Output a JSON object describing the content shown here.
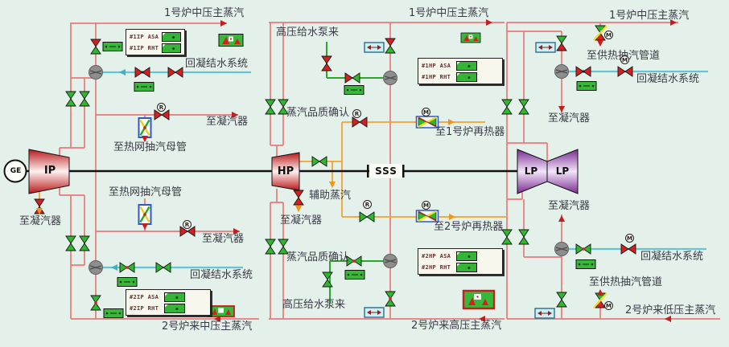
{
  "colors": {
    "background": "#e4f0ea",
    "steam_pipe": "#e87a7a",
    "reheat_pipe": "#f2a22e",
    "condensate_pipe": "#63c6d4",
    "feedwater_pipe": "#2aa82a",
    "valve_open": "#2eb82e",
    "valve_closed": "#d42020",
    "shaft": "#111111"
  },
  "turbines": {
    "generator": "GE",
    "ip": "IP",
    "hp": "HP",
    "lp1": "LP",
    "lp2": "LP",
    "clutch": "SSS"
  },
  "badges": {
    "remote": "R",
    "motor": "M"
  },
  "labels": {
    "boiler1_mp_left": "1号炉中压主蒸汽",
    "boiler1_mp_mid": "1号炉中压主蒸汽",
    "boiler1_mp_right": "1号炉中压主蒸汽",
    "hp_feedwater_top": "高压给水泵来",
    "hp_feedwater_bottom": "高压给水泵来",
    "condensate_top_left": "回凝结水系统",
    "condensate_bottom_left": "回凝结水系统",
    "condensate_top_right": "回凝结水系统",
    "condensate_bottom_right": "回凝结水系统",
    "heating_extraction_top": "至供热抽汽管道",
    "heating_extraction_bottom": "至供热抽汽管道",
    "steam_quality_top": "蒸汽品质确认",
    "steam_quality_bottom": "蒸汽品质确认",
    "heat_network_top": "至热网抽汽母管",
    "heat_network_bottom": "至热网抽汽母管",
    "to_boiler1_reheater": "至1号炉再热器",
    "to_boiler2_reheater": "至2号炉再热器",
    "aux_steam": "辅助蒸汽",
    "to_condenser_left_upper": "至凝汽器",
    "to_condenser_left_lower": "至凝汽器",
    "to_condenser_ip": "至凝汽器",
    "to_condenser_hp": "至凝汽器",
    "to_condenser_right_upper": "至凝汽器",
    "to_condenser_right_lower": "至凝汽器",
    "boiler2_mp": "2号炉来中压主蒸汽",
    "boiler2_hp": "2号炉来高压主蒸汽",
    "boiler2_lp": "2号炉来低压主蒸汽"
  },
  "panels": {
    "ip1": {
      "row1": "#1IP ASA",
      "row2": "#1IP RHT"
    },
    "hp1": {
      "row1": "#1HP ASA",
      "row2": "#1HP RHT"
    },
    "hp2": {
      "row1": "#2HP ASA",
      "row2": "#2HP RHT"
    },
    "ip2": {
      "row1": "#2IP ASA",
      "row2": "#2IP RHT"
    }
  }
}
